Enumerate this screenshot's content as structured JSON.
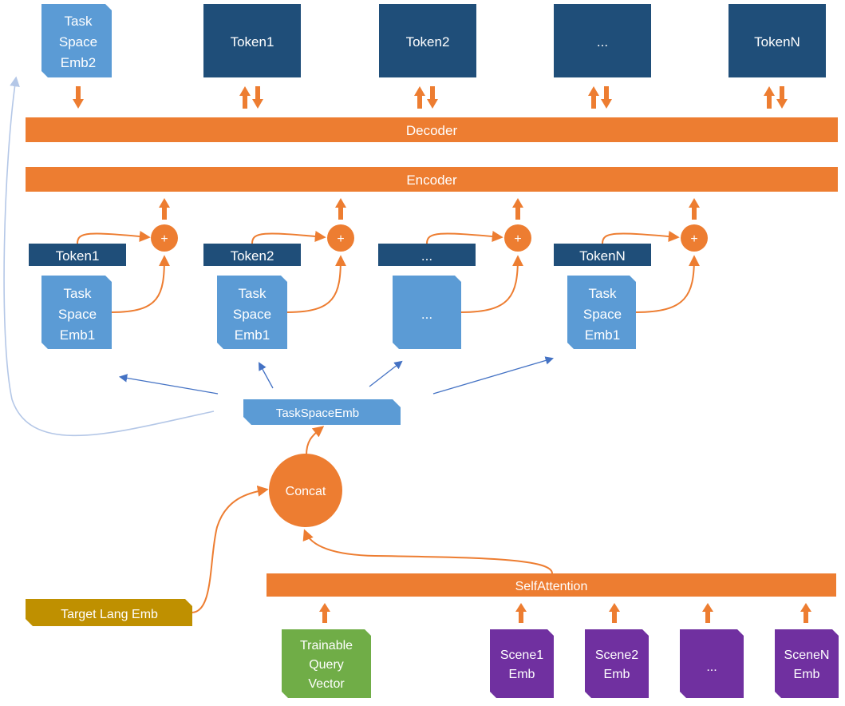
{
  "colors": {
    "orange": "#ED7D31",
    "dark_blue": "#1F4E79",
    "light_blue": "#5B9BD5",
    "purple": "#7030A0",
    "green": "#70AD47",
    "gold": "#BF9000",
    "pale_blue_curve": "#B4C7E7",
    "blue_arrow": "#4472C4"
  },
  "top_row": {
    "task_space_emb2": [
      "Task",
      "Space",
      "Emb2"
    ],
    "tokens": [
      "Token1",
      "Token2",
      "...",
      "TokenN"
    ]
  },
  "decoder_label": "Decoder",
  "encoder_label": "Encoder",
  "input_row": {
    "tokens": [
      "Token1",
      "Token2",
      "...",
      "TokenN"
    ],
    "task_space_embs": [
      [
        "Task",
        "Space",
        "Emb1"
      ],
      [
        "Task",
        "Space",
        "Emb1"
      ],
      [
        "..."
      ],
      [
        "Task",
        "Space",
        "Emb1"
      ]
    ],
    "add_symbol": "+"
  },
  "task_space_emb_label": "TaskSpaceEmb",
  "concat_label": "Concat",
  "target_lang_emb_label": "Target Lang Emb",
  "self_attention_label": "SelfAttention",
  "query_vector": [
    "Trainable",
    "Query",
    "Vector"
  ],
  "scene_embs": [
    [
      "Scene1",
      "Emb"
    ],
    [
      "Scene2",
      "Emb"
    ],
    [
      "..."
    ],
    [
      "SceneN",
      "Emb"
    ]
  ]
}
